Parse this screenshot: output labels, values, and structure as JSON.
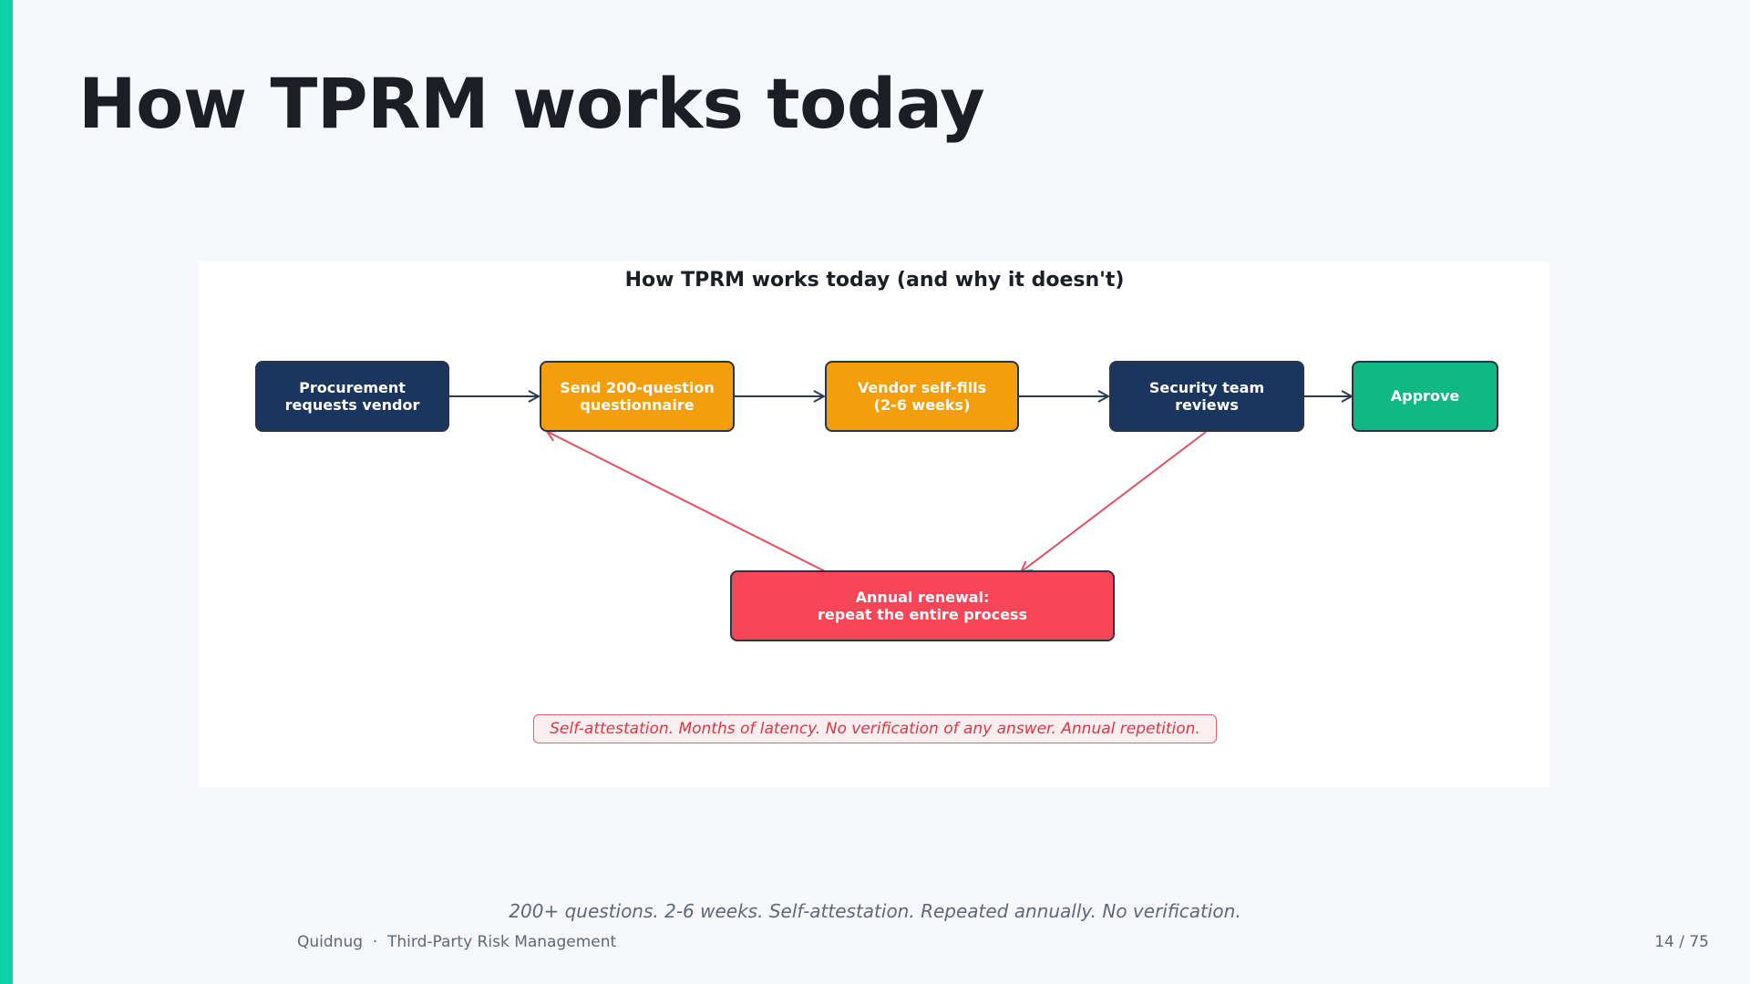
{
  "slide": {
    "title": "How TPRM works today",
    "accent_color": "#0fd1a5"
  },
  "diagram": {
    "title": "How TPRM works today (and why it doesn't)",
    "nodes": [
      {
        "id": "procurement",
        "label": "Procurement\nrequests vendor",
        "color": "#1b365e"
      },
      {
        "id": "questionnaire",
        "label": "Send 200-question\nquestionnaire",
        "color": "#f59e0b"
      },
      {
        "id": "selffill",
        "label": "Vendor self-fills\n(2-6 weeks)",
        "color": "#f59e0b"
      },
      {
        "id": "security",
        "label": "Security team\nreviews",
        "color": "#1b365e"
      },
      {
        "id": "approve",
        "label": "Approve",
        "color": "#10b981"
      },
      {
        "id": "renewal",
        "label": "Annual renewal:\nrepeat the entire process",
        "color": "#f84557"
      }
    ],
    "edges": [
      {
        "from": "procurement",
        "to": "questionnaire",
        "color": "#2a3a55"
      },
      {
        "from": "questionnaire",
        "to": "selffill",
        "color": "#2a3a55"
      },
      {
        "from": "selffill",
        "to": "security",
        "color": "#2a3a55"
      },
      {
        "from": "security",
        "to": "approve",
        "color": "#2a3a55"
      },
      {
        "from": "security",
        "to": "renewal",
        "color": "#e5505f"
      },
      {
        "from": "renewal",
        "to": "questionnaire",
        "color": "#e5505f"
      }
    ],
    "callout": "Self-attestation. Months of latency. No verification of any answer. Annual repetition."
  },
  "summary": "200+ questions. 2-6 weeks. Self-attestation. Repeated annually. No verification.",
  "footer": {
    "left": "Quidnug  ·  Third-Party Risk Management",
    "page": "14 / 75"
  }
}
